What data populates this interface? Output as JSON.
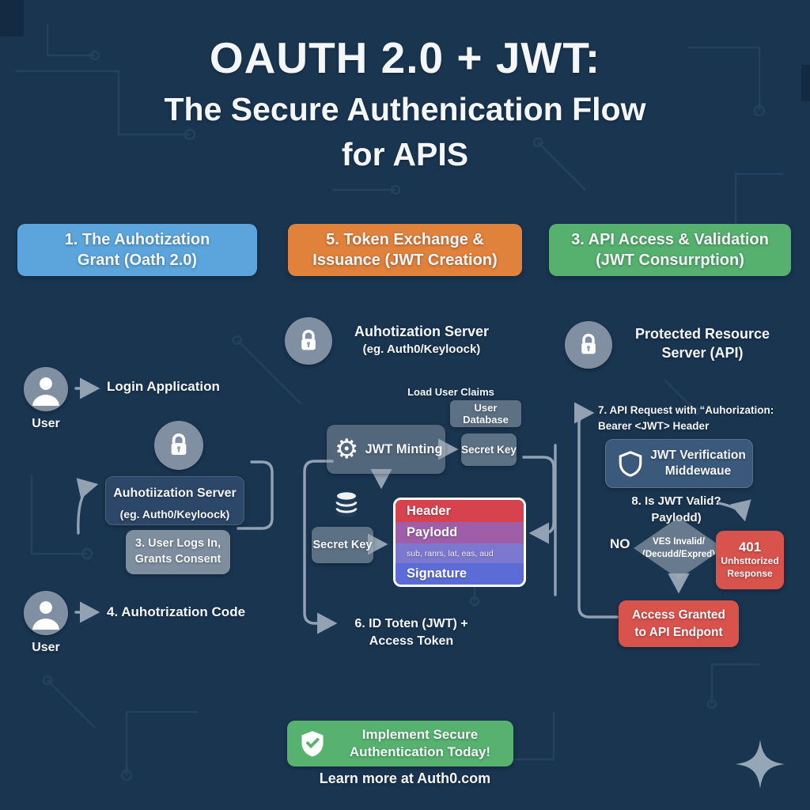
{
  "title": {
    "line1": "OAUTH 2.0 + JWT:",
    "line2": "The Secure Authenication Flow",
    "line3": "for APIS"
  },
  "colors": {
    "background": "#1a3550",
    "pill_blue": "#5ba4dc",
    "pill_orange": "#e0813c",
    "pill_green": "#56b06e",
    "box_red": "#d9534d",
    "jwt_header_red": "#d6434e",
    "jwt_payload_purple": "#a05ea8",
    "jwt_claims_violet": "#7d78cf",
    "jwt_signature_blue": "#5c6cd6",
    "cta_green": "#57b26f",
    "connector_grey": "#9aa8b8"
  },
  "icons": {
    "user": "person-silhouette",
    "lock": "padlock",
    "gear": "⚙",
    "database": "cylinder-stack",
    "shield": "shield-outline",
    "shield_check": "shield-with-checkmark",
    "sparkle": "four-point-star",
    "arrow": "→"
  },
  "pills": [
    {
      "label": "1. The Auhotization\nGrant (Oath 2.0)"
    },
    {
      "label": "5. Token Exchange &\nIssuance (JWT Creation)"
    },
    {
      "label": "3. API Access & Validation\n(JWT Consurrption)"
    }
  ],
  "left": {
    "user1_label": "User",
    "step_login": "Login Application",
    "server_title": "Auhotiization Server",
    "server_subtitle": "(eg. Auth0/Keyloock)",
    "consent": "3. User Logs In,\nGrants Consent",
    "user2_label": "User",
    "step_code": "4. Auhotrization Code"
  },
  "middle": {
    "server_title": "Auhotization Server",
    "server_subtitle": "(eg. Auth0/Keyloock)",
    "load_claims": "Load User Claims",
    "user_database": "User Database",
    "jwt_minting": "JWT Minting",
    "secret_key_top": "Secret Key",
    "secret_key_left": "Secret Key",
    "jwt": {
      "header": "Header",
      "payload": "Paylodd",
      "claims": "sub, ranrs, lat, eas, aud",
      "signature": "Signature"
    },
    "id_token": "6. ID Toten (JWT) +\nAccess Token"
  },
  "right": {
    "server_title": "Protected Resource\nServer (API)",
    "api_request": "7. API Request with “Auhorization:\nBearer <JWT> Header",
    "verification": "JWT Verification\nMiddewaue",
    "is_valid": "8. Is JWT Valid?\nPaylodd)",
    "no_label": "NO",
    "decision": "VES Invalid/\n(Decudd/Expred)",
    "unauthorized_code": "401",
    "unauthorized_text": "Unhsttorized\nResponse",
    "granted": "Access Granted\nto API Endpont"
  },
  "footer": {
    "cta": "Implement Secure\nAuthentication Today!",
    "learn_more": "Learn more at Auth0.com"
  }
}
